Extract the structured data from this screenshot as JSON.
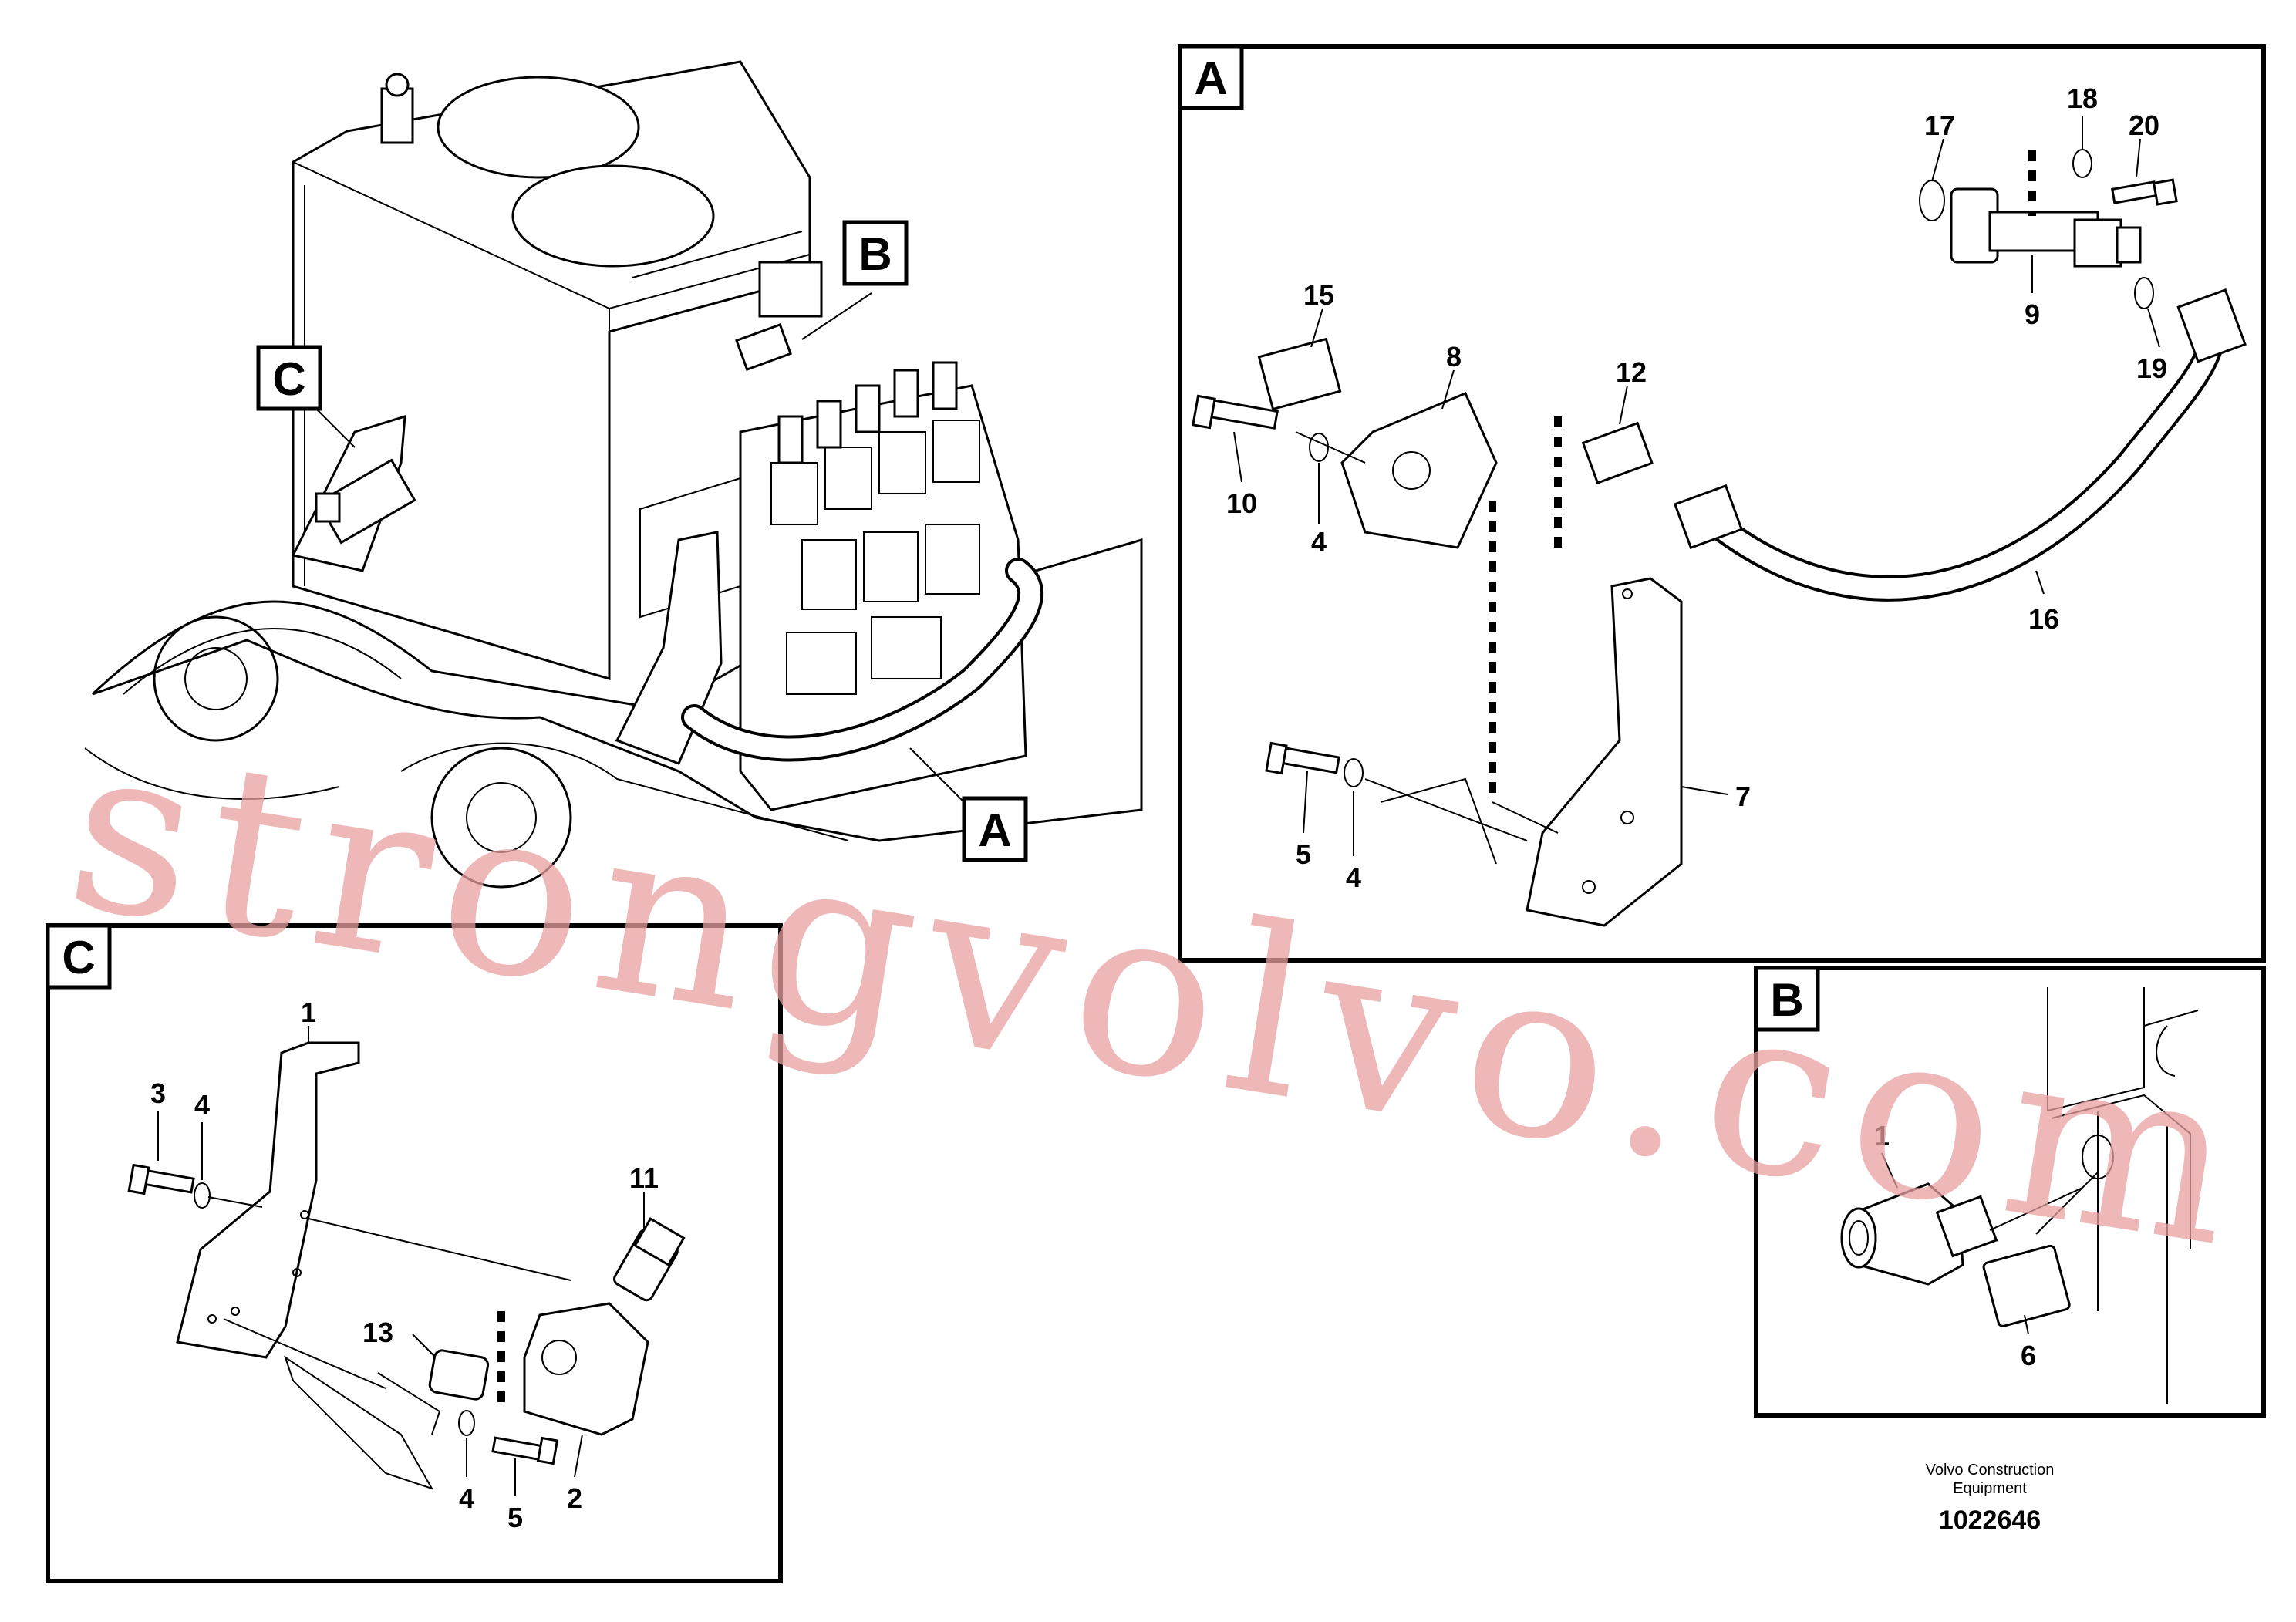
{
  "views": {
    "A": {
      "tag": "A"
    },
    "B": {
      "tag": "B"
    },
    "C": {
      "tag": "C"
    }
  },
  "overview_tags": [
    "A",
    "B",
    "C"
  ],
  "callouts_A": [
    "17",
    "18",
    "20",
    "9",
    "19",
    "15",
    "8",
    "12",
    "10",
    "4",
    "16",
    "7",
    "5",
    "4"
  ],
  "callouts_B": [
    "1",
    "6"
  ],
  "callouts_C": [
    "1",
    "3",
    "4",
    "11",
    "13",
    "4",
    "5",
    "2"
  ],
  "watermark": "strongvolvo.com",
  "footer": {
    "brand_line1": "Volvo Construction",
    "brand_line2": "Equipment",
    "drawing_number": "1022646"
  },
  "colors": {
    "line": "#000000",
    "watermark": "#e8a0a0"
  }
}
